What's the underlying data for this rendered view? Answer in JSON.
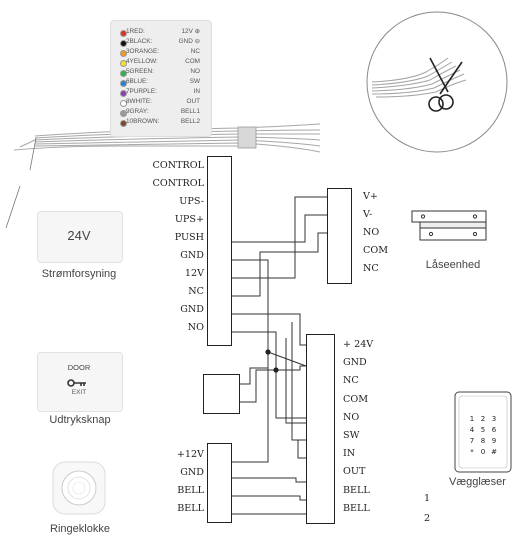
{
  "wire_legend": [
    {
      "name": "1RED:",
      "signal": "12V",
      "color": "#e0312b",
      "icon": "plus-circle-icon"
    },
    {
      "name": "2BLACK:",
      "signal": "GND",
      "color": "#111111",
      "icon": "minus-circle-icon"
    },
    {
      "name": "3ORANGE:",
      "signal": "NC",
      "color": "#f29a1f"
    },
    {
      "name": "4YELLOW:",
      "signal": "COM",
      "color": "#f3df2e"
    },
    {
      "name": "5GREEN:",
      "signal": "NO",
      "color": "#2fb14a"
    },
    {
      "name": "6BLUE:",
      "signal": "SW",
      "color": "#2f7fd0"
    },
    {
      "name": "7PURPLE:",
      "signal": "IN",
      "color": "#8d3fb3"
    },
    {
      "name": "8WHITE:",
      "signal": "OUT",
      "color": "#ffffff"
    },
    {
      "name": "9GRAY:",
      "signal": "BELL1",
      "color": "#9a9a9a"
    },
    {
      "name": "10BROWN:",
      "signal": "BELL2",
      "color": "#7a4a2a"
    }
  ],
  "main_terminal": [
    "CONTROL",
    "CONTROL",
    "UPS-",
    "UPS+",
    "PUSH",
    "GND",
    "12V",
    "NC",
    "GND",
    "NO"
  ],
  "lock_terminal": [
    "V+",
    "V-",
    "NO",
    "COM",
    "NC"
  ],
  "reader_terminal": [
    "+ 24V",
    "GND",
    "NC",
    "COM",
    "NO",
    "SW",
    "IN",
    "OUT",
    "BELL",
    "BELL"
  ],
  "reader_bell_numbers": [
    "1",
    "2"
  ],
  "bell_terminal": [
    "+12V",
    "GND",
    "BELL",
    "BELL"
  ],
  "power_supply": {
    "value": "24V",
    "caption": "Strømforsyning"
  },
  "lock": {
    "caption": "Låseenhed"
  },
  "exit_button": {
    "top_text": "DOOR",
    "bottom_text": "EXIT",
    "caption": "Udtryksknap",
    "icon": "key-icon"
  },
  "doorbell": {
    "caption": "Ringeklokke"
  },
  "keypad": {
    "keys": [
      "1",
      "2",
      "3",
      "4",
      "5",
      "6",
      "7",
      "8",
      "9",
      "*",
      "0",
      "#"
    ],
    "caption": "Vægglæser"
  },
  "colors": {
    "line": "#333333",
    "terminal_stroke": "#222222",
    "card_bg": "#f7f7f7"
  }
}
